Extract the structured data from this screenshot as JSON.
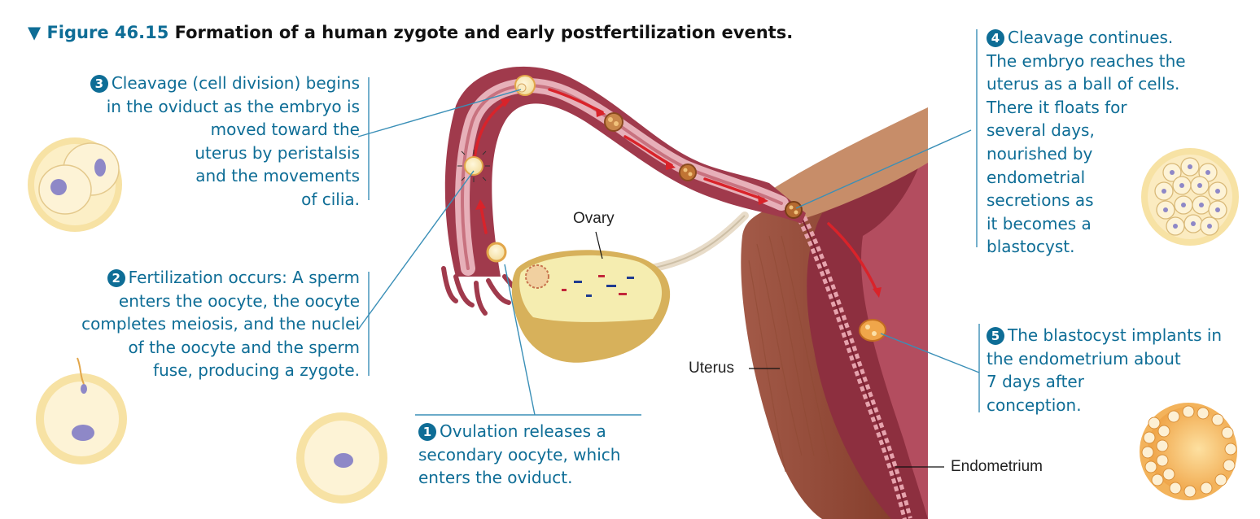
{
  "figure": {
    "label": "▼ Figure 46.15",
    "title": "Formation of a human zygote and early postfertilization events."
  },
  "steps": [
    {
      "number": "1",
      "lines": [
        "Ovulation releases a",
        "secondary oocyte, which",
        "enters the oviduct."
      ]
    },
    {
      "number": "2",
      "lines": [
        "Fertilization occurs: A sperm",
        "enters the oocyte, the oocyte",
        "completes meiosis, and the nuclei",
        "of the oocyte and the sperm",
        "fuse, producing a zygote."
      ]
    },
    {
      "number": "3",
      "lines": [
        "Cleavage (cell division) begins",
        "in the oviduct as the embryo is",
        "moved toward the",
        "uterus by peristalsis",
        "and the movements",
        "of cilia."
      ]
    },
    {
      "number": "4",
      "lines": [
        "Cleavage continues.",
        "The embryo reaches the",
        "uterus as a ball of cells.",
        "There it floats for",
        "several days,",
        "nourished by",
        "endometrial",
        "secretions as",
        "it becomes a",
        "blastocyst."
      ]
    },
    {
      "number": "5",
      "lines": [
        "The blastocyst implants in",
        "the endometrium about",
        "7 days after",
        "conception."
      ]
    }
  ],
  "labels": {
    "ovary": "Ovary",
    "uterus": "Uterus",
    "endometrium": "Endometrium"
  },
  "colors": {
    "caption_blue": "#0e6d96",
    "leader_blue": "#3a8fb7",
    "tissue_dark": "#8c2a3a",
    "tissue_mid": "#b4586a",
    "tissue_light": "#e0a9b2",
    "ovary_yellow": "#f3e7a0",
    "cell_cream": "#fbecc2",
    "arrow_red": "#d9232a",
    "nucleus_purple": "#8e88c7"
  }
}
